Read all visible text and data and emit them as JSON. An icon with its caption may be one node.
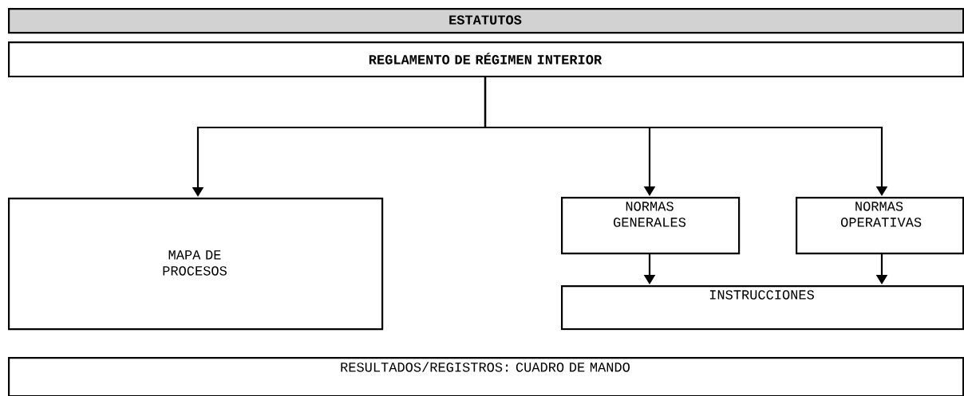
{
  "diagram": {
    "nodes": [
      {
        "text": [
          "ESTATUTOS"
        ]
      },
      {
        "text": [
          "REGLAMENTO DE RÉGIMEN INTERIOR"
        ]
      },
      {
        "text": [
          "MAPA DE PROCESOS"
        ]
      },
      {
        "text": [
          "NORMAS GENERALES"
        ]
      },
      {
        "text": [
          "NORMAS OPERATIVAS"
        ]
      },
      {
        "text": [
          "INSTRUCCIONES"
        ]
      },
      {
        "text": [
          "RESULTADOS/REGISTROS: CUADRO DE MANDO"
        ]
      }
    ],
    "edges": [
      {
        "from": 1,
        "to": 2,
        "arrow": "to"
      },
      {
        "from": 1,
        "to": 3,
        "arrow": "to"
      },
      {
        "from": 1,
        "to": 4,
        "arrow": "to"
      },
      {
        "from": 3,
        "to": 5,
        "arrow": "to"
      },
      {
        "from": 4,
        "to": 5,
        "arrow": "to"
      }
    ]
  }
}
